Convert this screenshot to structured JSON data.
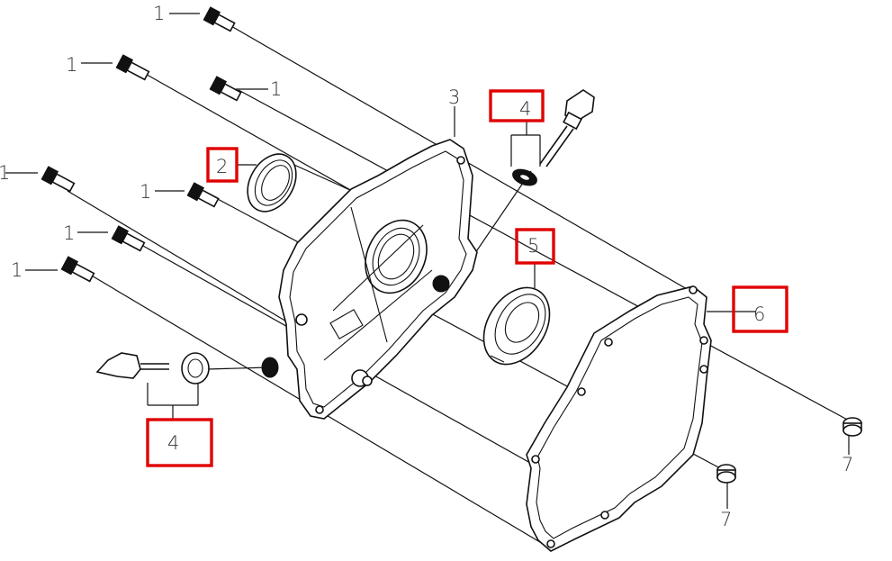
{
  "accent_color": "#e00000",
  "callouts": {
    "bolt_1": "1",
    "bolt_2": "1",
    "bolt_3": "1",
    "bolt_4": "1",
    "bolt_5": "1",
    "bolt_6": "1",
    "bolt_7": "1",
    "oil_seal": "2",
    "crankcase_cover": "3",
    "oil_plug_top": "4",
    "bearing": "5",
    "gasket": "6",
    "oil_plug_bottom": "4",
    "dowel_pin_1": "7",
    "dowel_pin_2": "7"
  },
  "icons": [
    "flange-bolt-icon",
    "oil-seal-icon",
    "crankcase-cover-icon",
    "oil-filler-cap-icon",
    "washer-icon",
    "ball-bearing-icon",
    "gasket-icon",
    "dowel-pin-icon"
  ]
}
